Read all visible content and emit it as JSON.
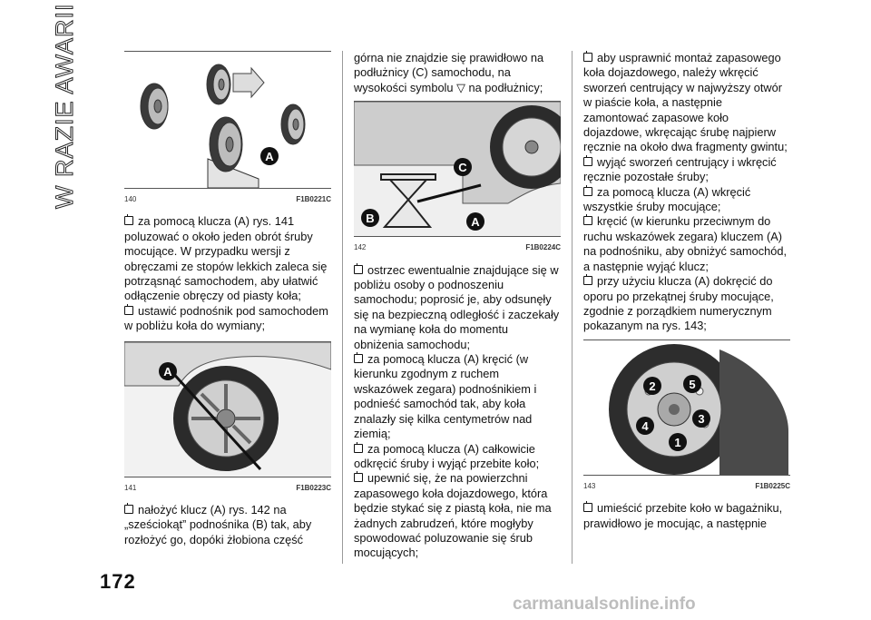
{
  "side_title": "W RAZIE AWARII",
  "page_number": "172",
  "watermark": "carmanualsonline.info",
  "figures": [
    {
      "num": "140",
      "code": "F1B0221C",
      "labels": [
        "A"
      ]
    },
    {
      "num": "141",
      "code": "F1B0223C",
      "labels": [
        "A"
      ]
    },
    {
      "num": "142",
      "code": "F1B0224C",
      "labels": [
        "C",
        "B",
        "A"
      ]
    },
    {
      "num": "143",
      "code": "F1B0225C",
      "labels": [
        "1",
        "2",
        "3",
        "4",
        "5"
      ]
    }
  ],
  "col1": {
    "items_a": [
      "za pomocą klucza (A) rys. 141 poluzować o około jeden obrót śruby mocujące. W przypadku wersji z obręczami ze stopów lekkich zaleca się potrząsnąć samochodem, aby ułatwić odłączenie obręczy od piasty koła;",
      "ustawić podnośnik pod samochodem w pobliżu koła do wymiany;"
    ],
    "items_b": [
      "nałożyć klucz (A) rys. 142 na „sześciokąt” podnośnika (B) tak, aby rozłożyć go, dopóki żłobiona część"
    ]
  },
  "col2": {
    "intro": "górna nie znajdzie się prawidłowo na podłużnicy (C) samochodu, na wysokości symbolu ▽ na podłużnicy;",
    "items": [
      "ostrzec ewentualnie znajdujące się w pobliżu osoby o podnoszeniu samochodu; poprosić je, aby odsunęły się na bezpieczną odległość i zaczekały na wymianę koła do momentu obniżenia samochodu;",
      "za pomocą klucza (A) kręcić (w kierunku zgodnym z ruchem wskazówek zegara) podnośnikiem i podnieść samochód tak, aby koła znalazły się kilka centymetrów nad ziemią;",
      "za pomocą klucza (A) całkowicie odkręcić śruby i wyjąć przebite koło;",
      "upewnić się, że na powierzchni zapasowego koła dojazdowego, która będzie stykać się z piastą koła, nie ma żadnych zabrudzeń, które mogłyby spowodować poluzowanie się śrub mocujących;"
    ]
  },
  "col3": {
    "items": [
      "aby usprawnić montaż zapasowego koła dojazdowego, należy wkręcić sworzeń centrujący w najwyższy otwór w piaście koła, a następnie zamontować zapasowe koło dojazdowe, wkręcając śrubę najpierw ręcznie na około dwa fragmenty gwintu;",
      "wyjąć sworzeń centrujący i wkręcić ręcznie pozostałe śruby;",
      "za pomocą klucza (A) wkręcić wszystkie śruby mocujące;",
      "kręcić (w kierunku przeciwnym do ruchu wskazówek zegara) kluczem (A) na podnośniku, aby obniżyć samochód, a następnie wyjąć klucz;",
      "przy użyciu klucza (A) dokręcić do oporu po przekątnej śruby mocujące, zgodnie z porządkiem numerycznym pokazanym na rys. 143;"
    ],
    "items_b": [
      "umieścić przebite koło w bagażniku, prawidłowo je mocując, a następnie"
    ]
  }
}
